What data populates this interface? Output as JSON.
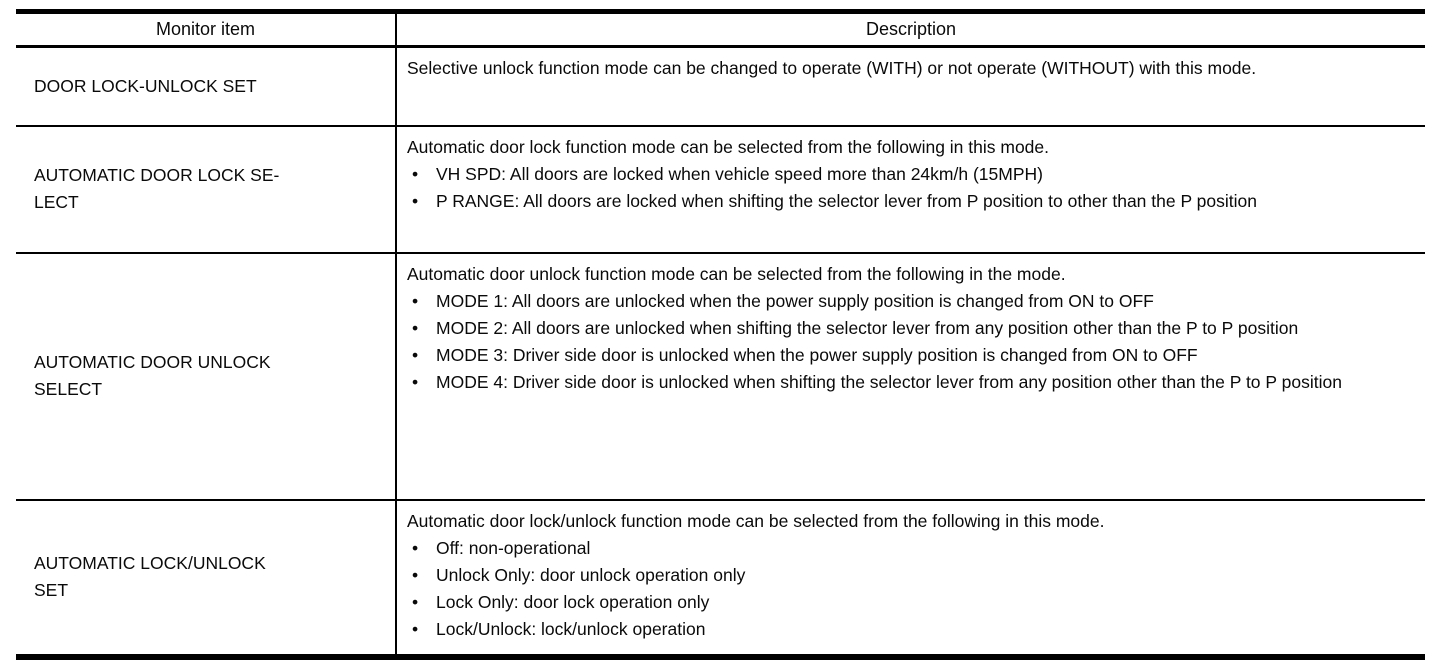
{
  "table": {
    "headers": {
      "monitor_item": "Monitor item",
      "description": "Description"
    },
    "rows": [
      {
        "monitor_item": "DOOR LOCK-UNLOCK SET",
        "description": {
          "intro": "Selective unlock function mode can be changed to operate (WITH) or not operate (WITHOUT) with this mode.",
          "bullets": []
        }
      },
      {
        "monitor_item": "AUTOMATIC DOOR LOCK SE-\nLECT",
        "description": {
          "intro": "Automatic door lock function mode can be selected from the following in this mode.",
          "bullets": [
            "VH SPD: All doors are locked when vehicle speed more than 24km/h (15MPH)",
            "P RANGE: All doors are locked when shifting the selector lever from P position to other than the P position"
          ]
        }
      },
      {
        "monitor_item": "AUTOMATIC DOOR UNLOCK\nSELECT",
        "description": {
          "intro": "Automatic door unlock function mode can be selected from the following in the mode.",
          "bullets": [
            "MODE 1: All doors are unlocked when the power supply position is changed from ON to OFF",
            "MODE 2: All doors are unlocked when shifting the selector lever from any position other than the P to P position",
            "MODE 3: Driver side door is unlocked when the power supply position is changed from ON to OFF",
            "MODE 4: Driver side door is unlocked when shifting the selector lever from any position other than the P to P position"
          ]
        }
      },
      {
        "monitor_item": "AUTOMATIC LOCK/UNLOCK\nSET",
        "description": {
          "intro": "Automatic door lock/unlock function mode can be selected from the following in this mode.",
          "bullets": [
            "Off: non-operational",
            "Unlock Only: door unlock operation only",
            "Lock Only: door lock operation only",
            "Lock/Unlock: lock/unlock operation"
          ]
        }
      }
    ]
  }
}
